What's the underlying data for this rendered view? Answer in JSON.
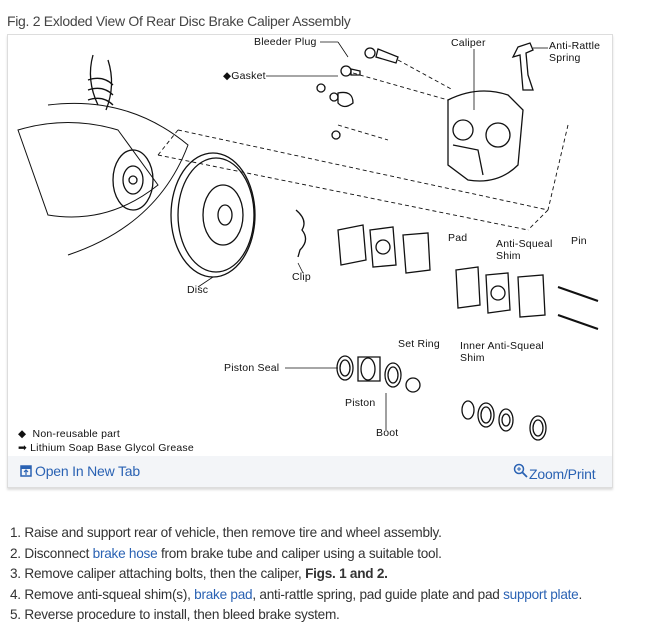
{
  "figure": {
    "caption": "Fig. 2 Exloded View Of Rear Disc Brake Caliper Assembly",
    "labels": {
      "bleeder_plug": "Bleeder Plug",
      "caliper": "Caliper",
      "anti_rattle_1": "Anti-Rattle",
      "anti_rattle_2": "Spring",
      "gasket": "◆Gasket",
      "pad": "Pad",
      "anti_squeal_1": "Anti-Squeal",
      "anti_squeal_2": "Shim",
      "pin": "Pin",
      "clip": "Clip",
      "disc": "Disc",
      "set_ring": "Set Ring",
      "inner_shim_1": "Inner Anti-Squeal",
      "inner_shim_2": "Shim",
      "piston_seal": "Piston Seal",
      "piston": "Piston",
      "boot": "Boot"
    },
    "legend": [
      {
        "symbol": "◆",
        "text": "Non-reusable part"
      },
      {
        "symbol": "➡",
        "text": "Lithium Soap Base Glycol Grease"
      }
    ],
    "footer": {
      "open_tab_icon": "open-in-new-tab-icon",
      "open_tab_label": "Open In New Tab",
      "zoom_icon": "zoom-in-icon",
      "zoom_label": "Zoom/Print"
    }
  },
  "steps": [
    {
      "num": "1.",
      "parts": [
        {
          "t": "Raise and support rear of vehicle, then remove tire and wheel assembly."
        }
      ]
    },
    {
      "num": "2.",
      "parts": [
        {
          "t": "Disconnect "
        },
        {
          "link": "brake hose"
        },
        {
          "t": " from brake tube and caliper using a suitable tool."
        }
      ]
    },
    {
      "num": "3.",
      "parts": [
        {
          "t": "Remove caliper attaching bolts, then the caliper, "
        },
        {
          "bold": "Figs. 1 and 2."
        }
      ]
    },
    {
      "num": "4.",
      "parts": [
        {
          "t": "Remove anti-squeal shim(s), "
        },
        {
          "link": "brake pad"
        },
        {
          "t": ", anti-rattle spring, pad guide plate and pad "
        },
        {
          "link": "support plate"
        },
        {
          "t": "."
        }
      ]
    },
    {
      "num": "5.",
      "parts": [
        {
          "t": "Reverse procedure to install, then bleed brake system."
        }
      ]
    }
  ],
  "colors": {
    "link": "#2a62b3",
    "footer_bg": "#f3f5f8"
  }
}
